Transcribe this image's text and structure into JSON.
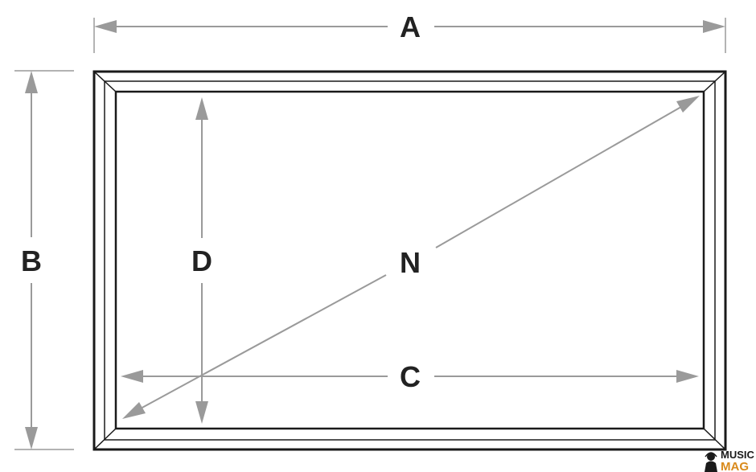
{
  "labels": {
    "a": "A",
    "b": "B",
    "c": "C",
    "d": "D",
    "n": "N"
  },
  "watermark": {
    "top": "MUSIC",
    "bottom": "MAG",
    "icon": "headphones-person-icon"
  },
  "colors": {
    "frame": "#1a1a1a",
    "dimension": "#9a9a9a",
    "label": "#222222",
    "watermark_accent": "#d98a1b"
  }
}
